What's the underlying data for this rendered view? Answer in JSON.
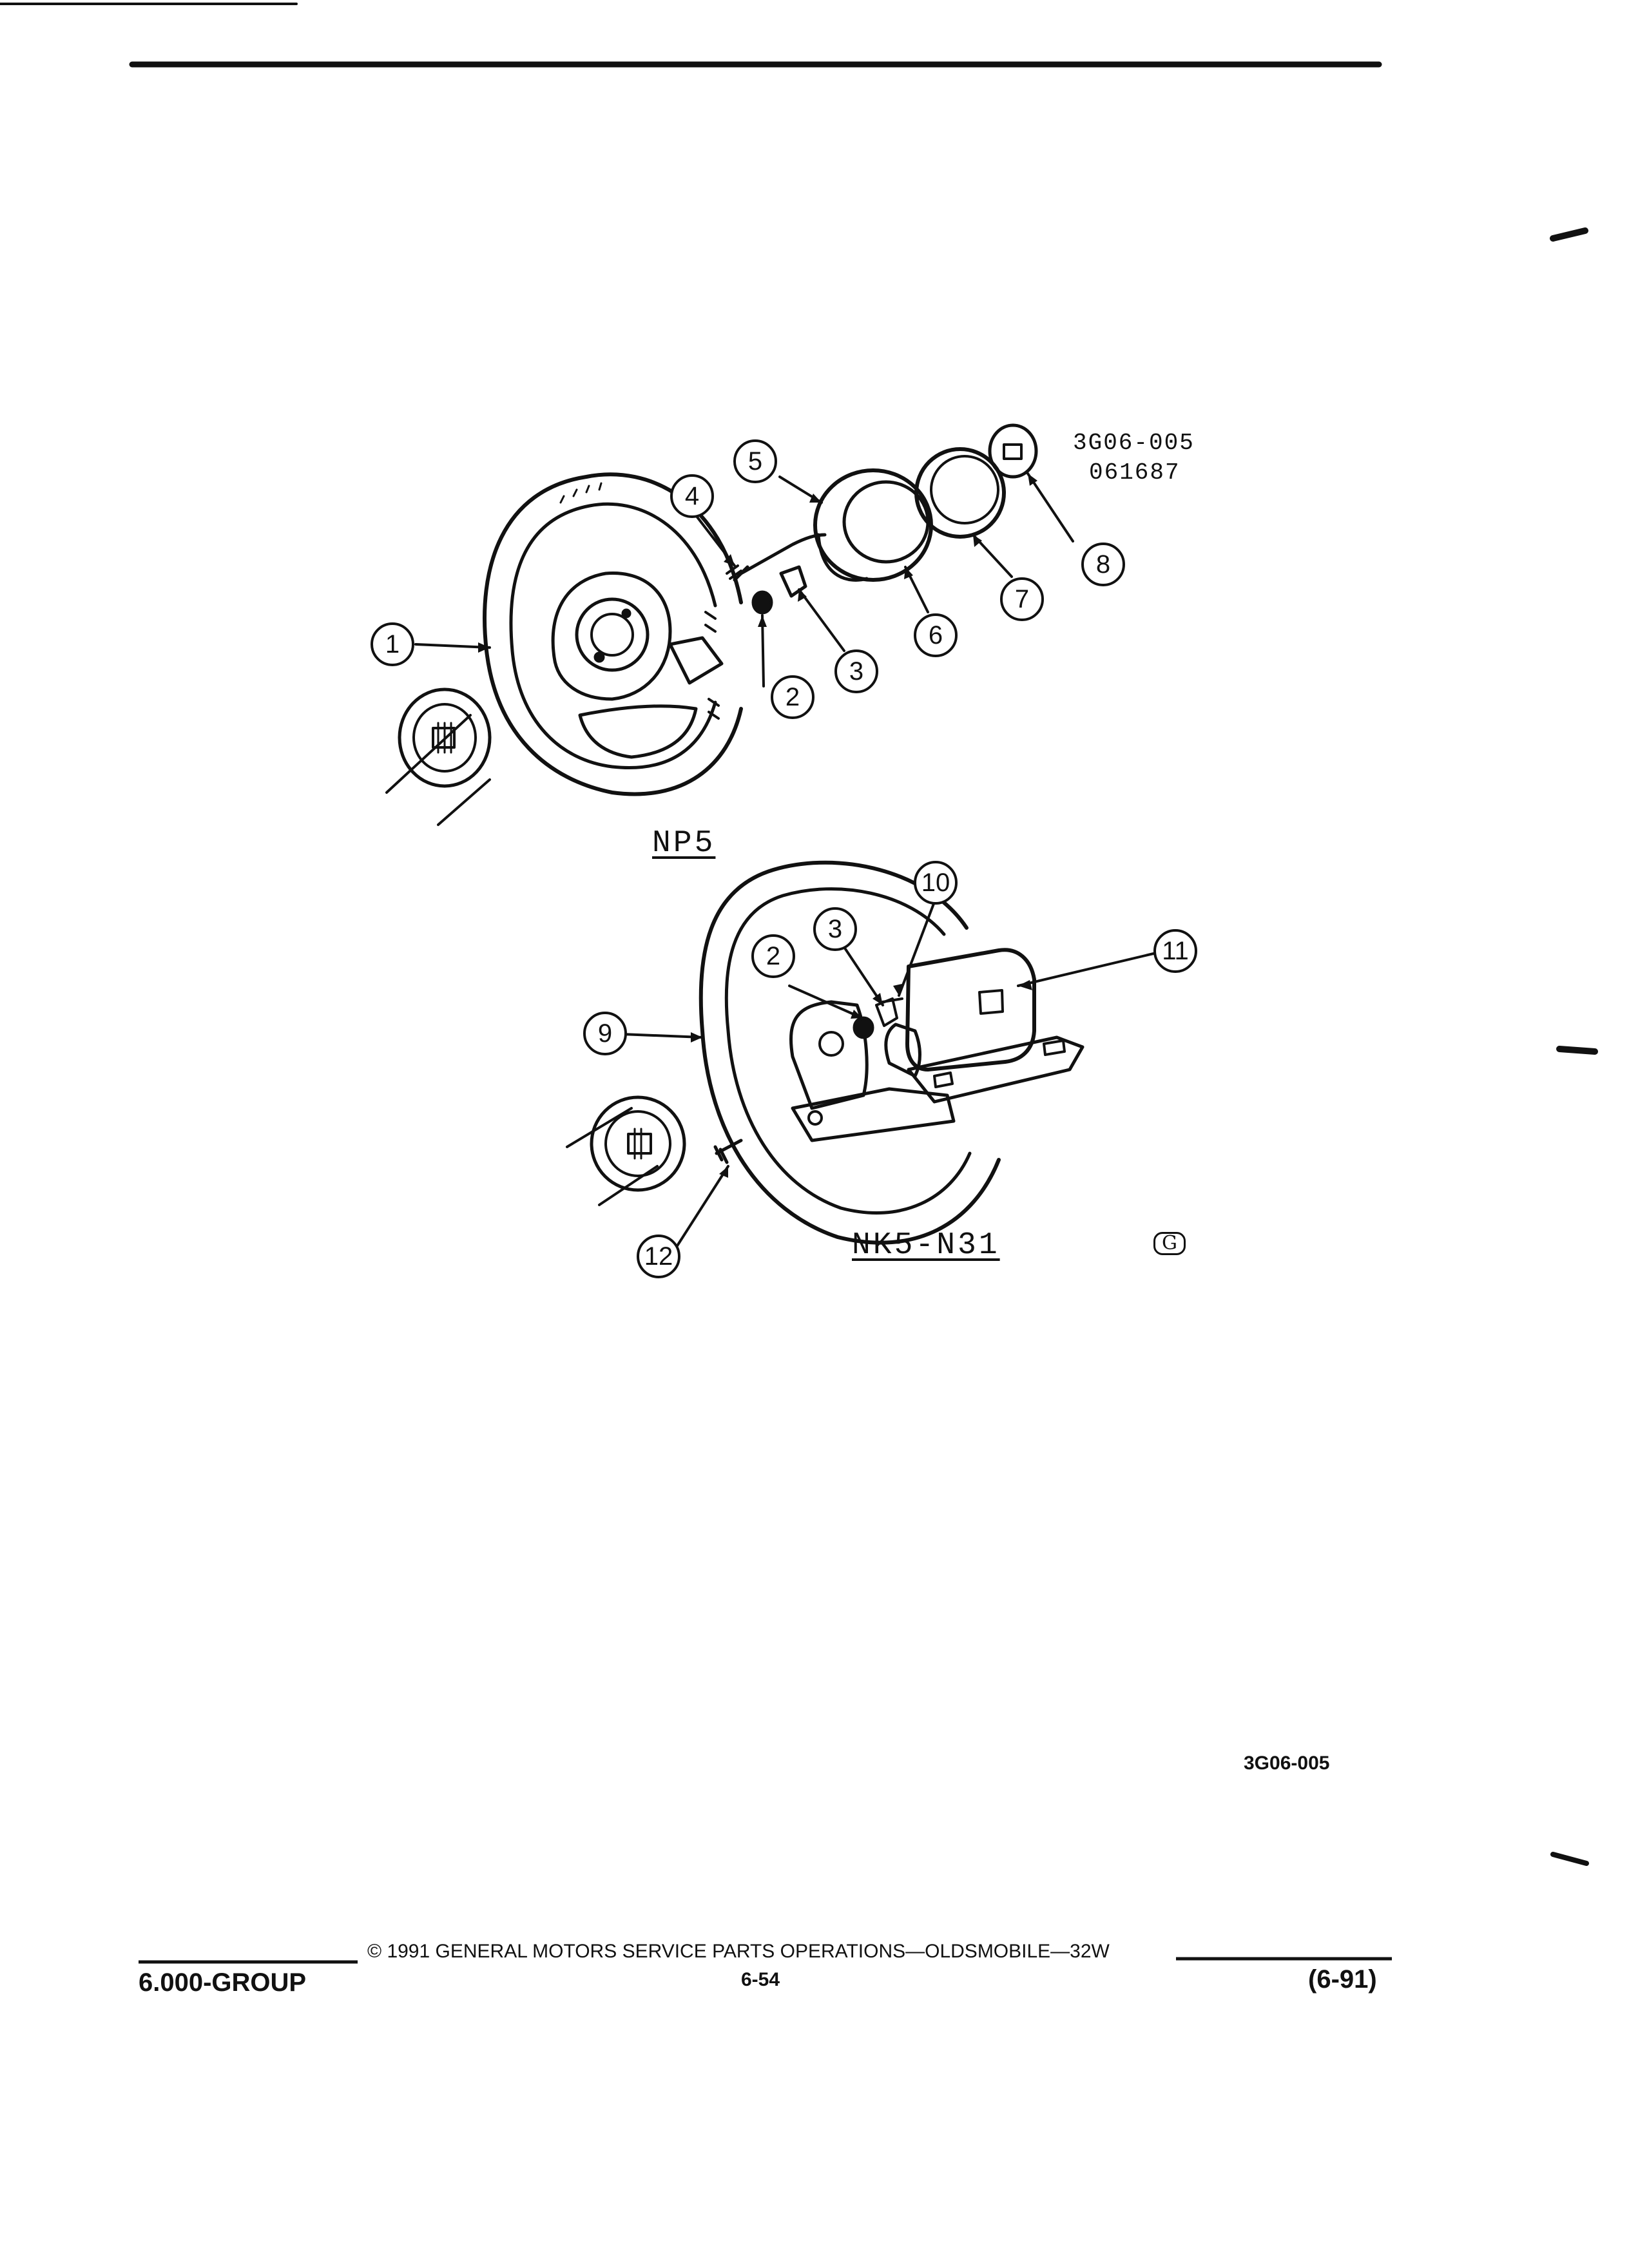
{
  "diagram": {
    "code_top": "3G06-005",
    "date_code": "061687",
    "model_np5": "NP5",
    "model_nk5": "NK5-N31",
    "ref_bottom": "3G06-005",
    "gm_mark": "G",
    "callouts": [
      "1",
      "2",
      "3",
      "4",
      "5",
      "6",
      "7",
      "8",
      "9",
      "10",
      "11",
      "12",
      "2",
      "3"
    ]
  },
  "footer": {
    "copyright": "© 1991 GENERAL MOTORS SERVICE PARTS OPERATIONS—OLDSMOBILE—32W",
    "page_number": "6-54",
    "group": "6.000-GROUP",
    "revision": "(6-91)"
  }
}
